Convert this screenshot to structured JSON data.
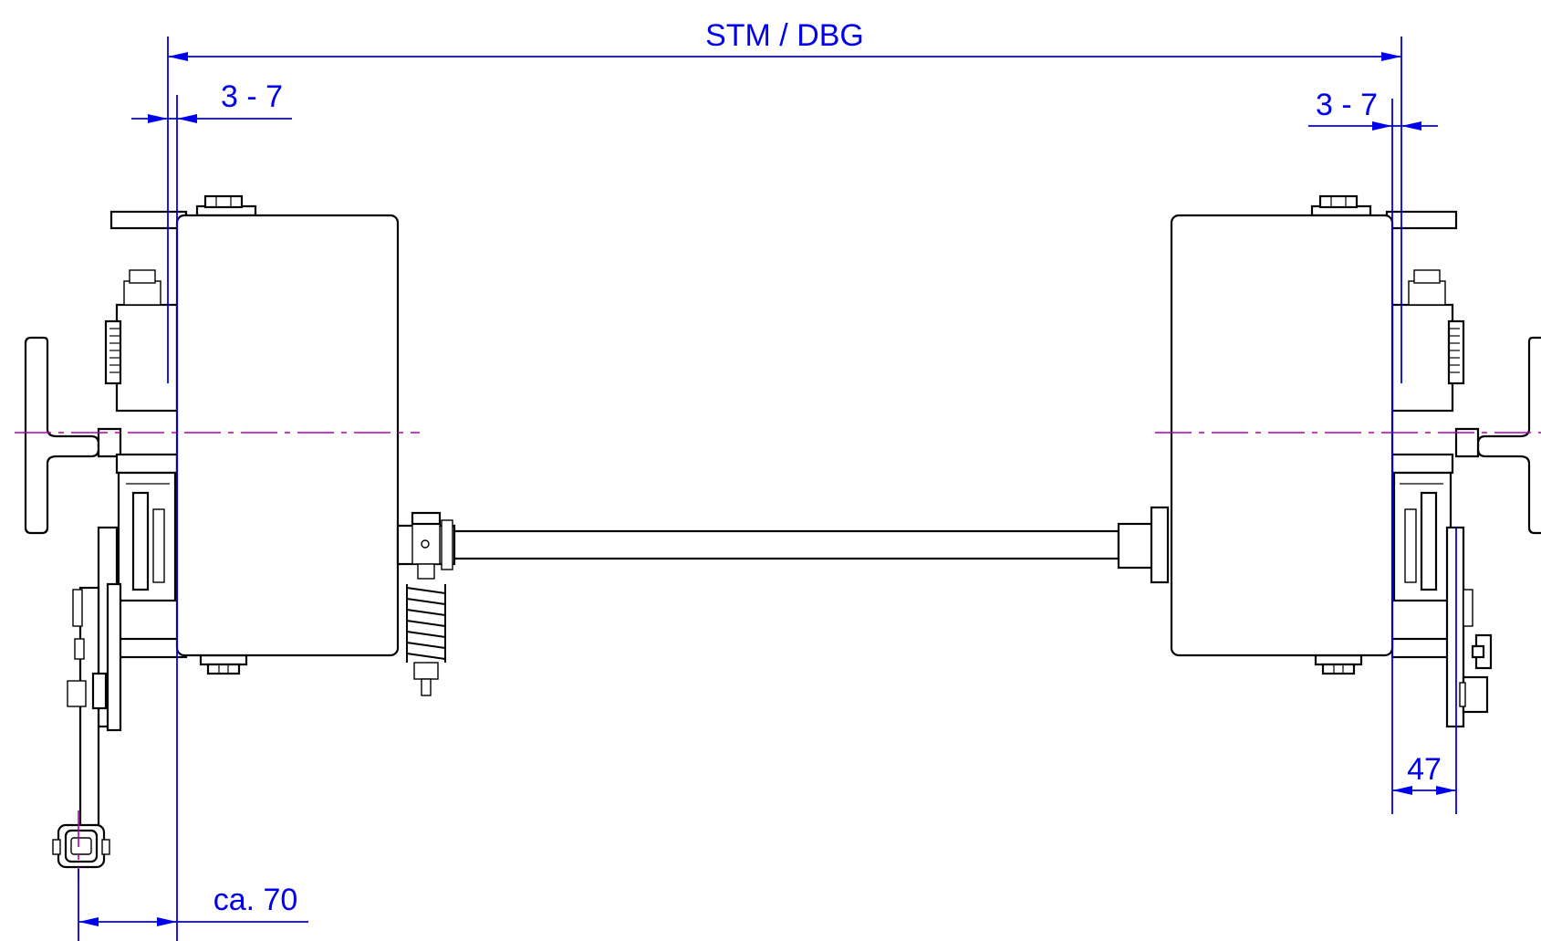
{
  "dimensions": {
    "overall": "STM / DBG",
    "left_clearance": "3 - 7",
    "right_clearance": "3 - 7",
    "right_offset": "47",
    "left_offset": "ca. 70"
  },
  "colors": {
    "dimension": "#0000ee",
    "centerline": "#b000b0",
    "outline": "#000000",
    "background": "#ffffff"
  }
}
